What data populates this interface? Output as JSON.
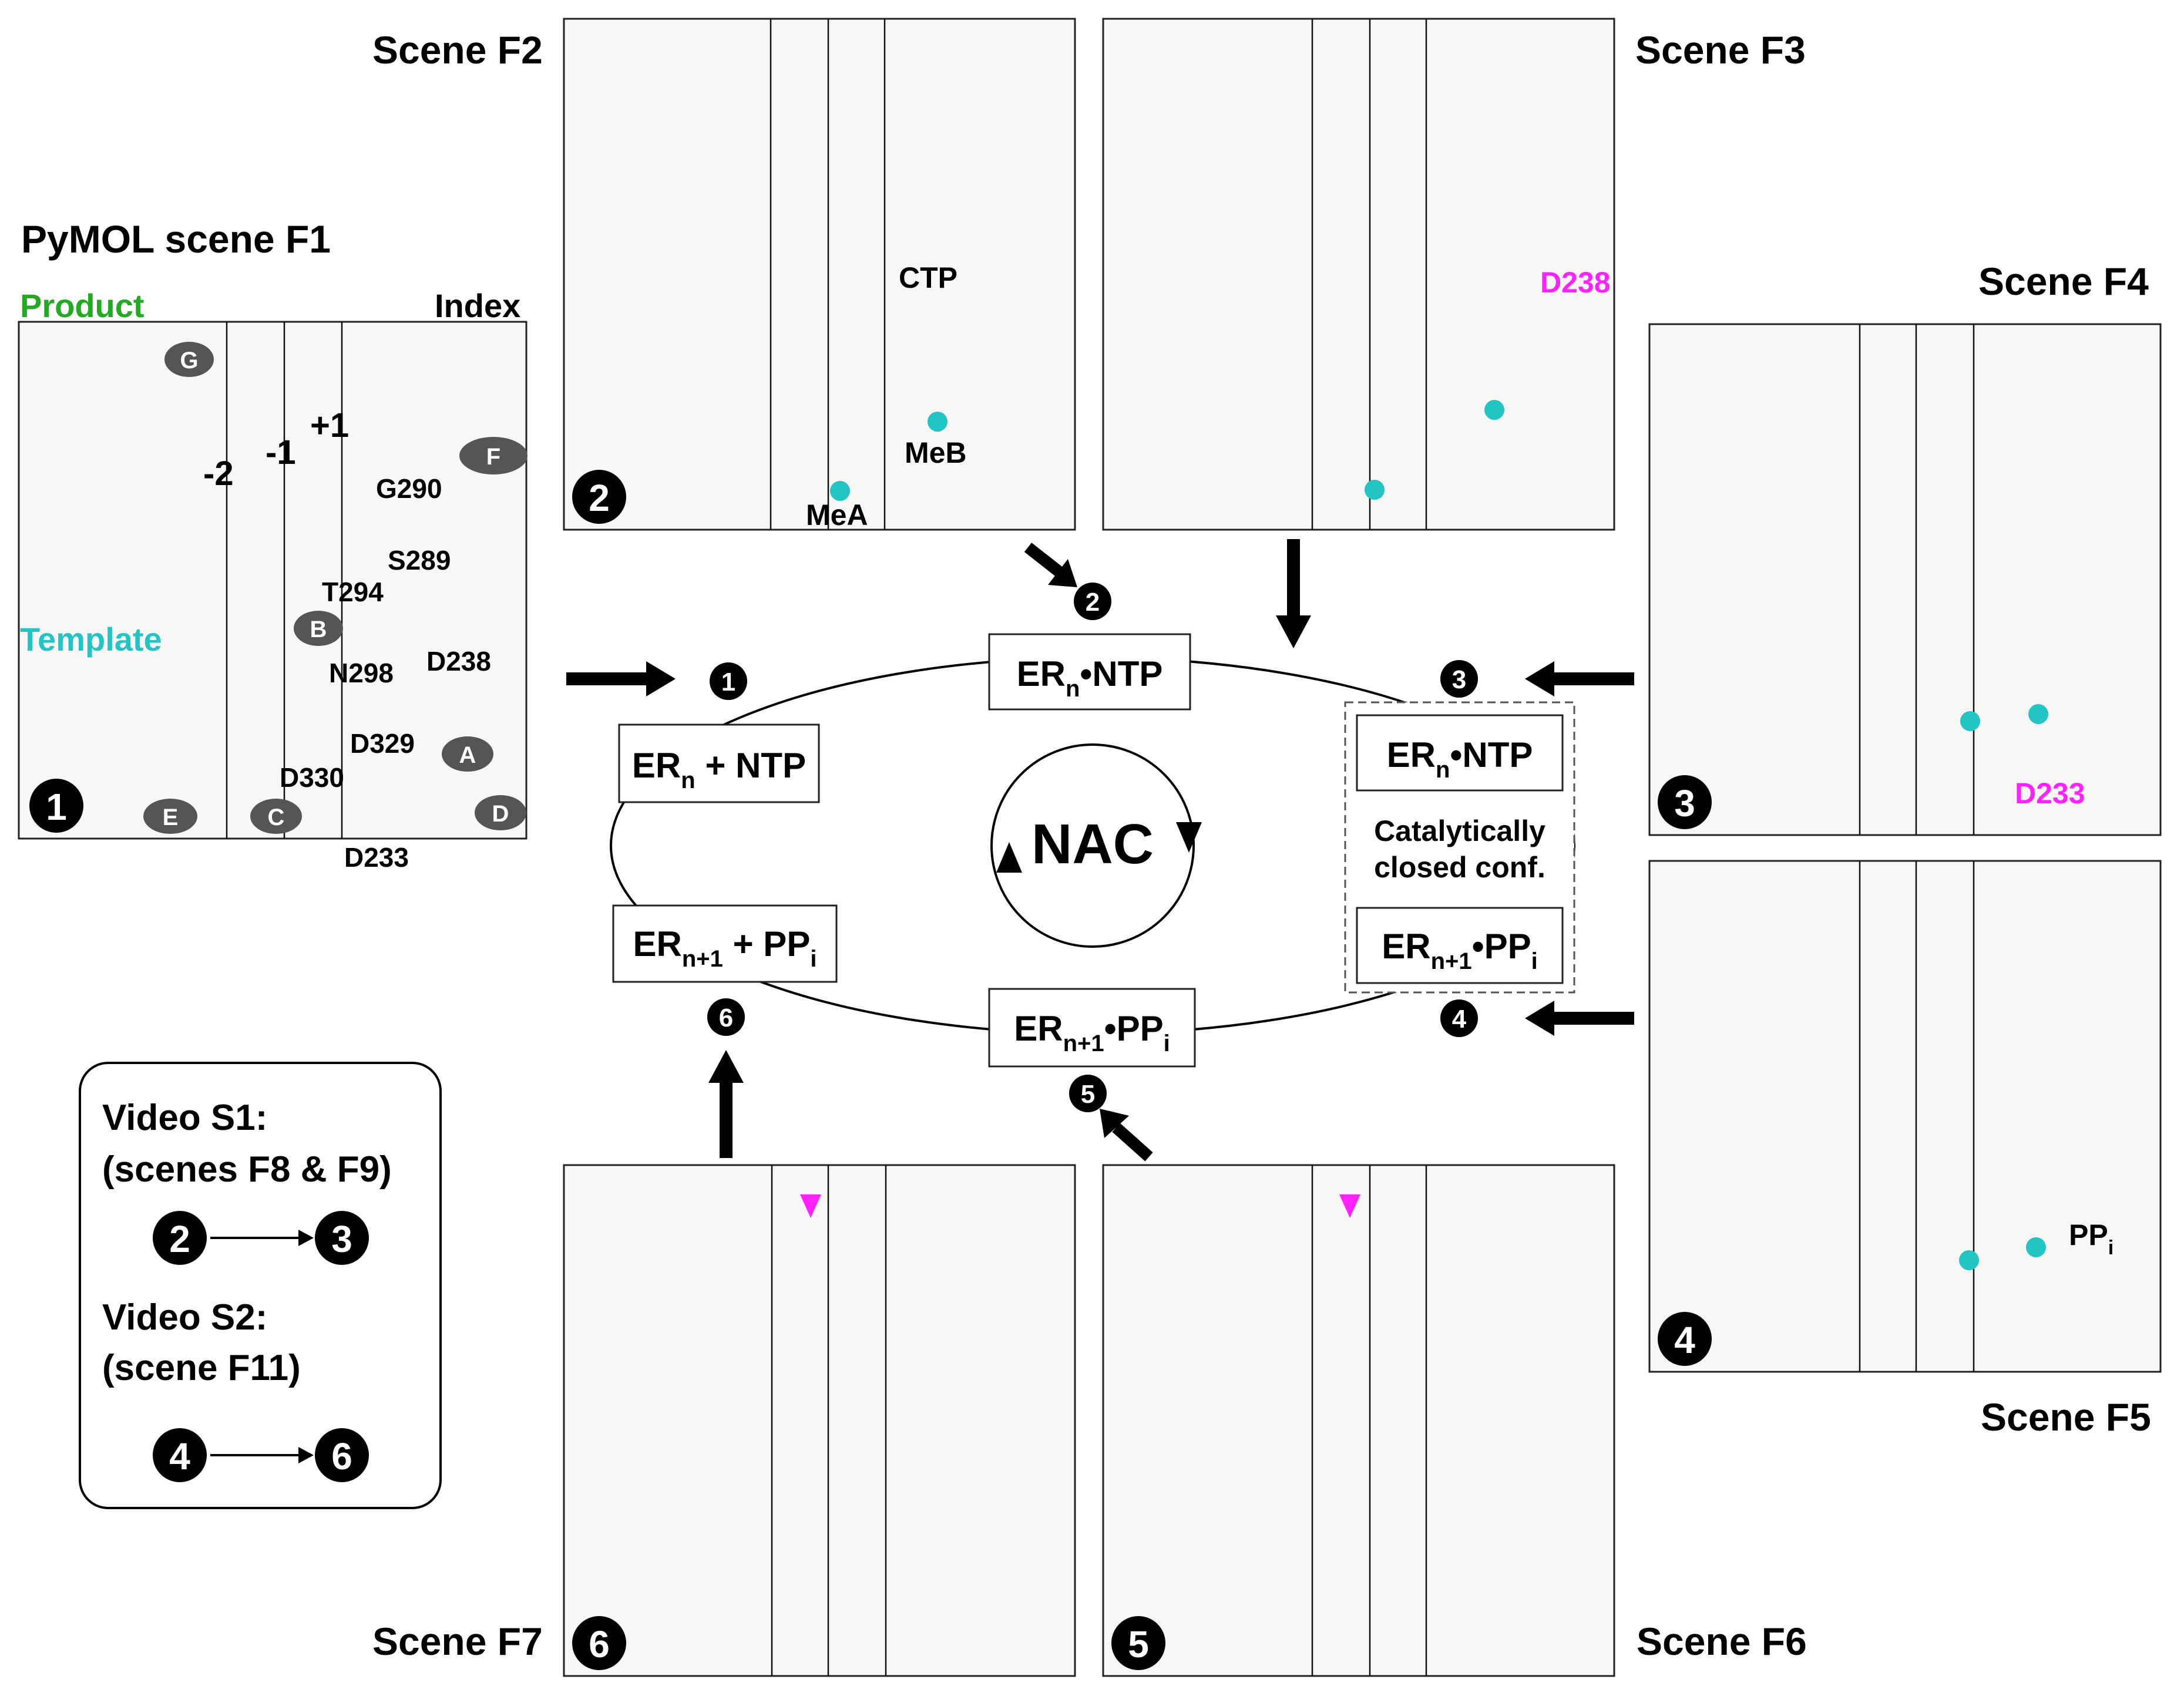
{
  "scenes": {
    "f1_title": "PyMOL scene F1",
    "f2": "Scene F2",
    "f3": "Scene F3",
    "f4": "Scene F4",
    "f5": "Scene F5",
    "f6": "Scene F6",
    "f7": "Scene F7"
  },
  "f1_labels": {
    "product": "Product",
    "index": "Index",
    "template": "Template",
    "minus2": "-2",
    "minus1": "-1",
    "plus1": "+1",
    "G290": "G290",
    "S289": "S289",
    "T294": "T294",
    "N298": "N298",
    "D238": "D238",
    "D329": "D329",
    "D330": "D330",
    "D233": "D233",
    "motif_G": "G",
    "motif_F": "F",
    "motif_B": "B",
    "motif_A": "A",
    "motif_E": "E",
    "motif_C": "C",
    "motif_D": "D"
  },
  "f2_labels": {
    "CTP": "CTP",
    "MeB": "MeB",
    "MeA": "MeA"
  },
  "f3_labels": {
    "D238": "D238"
  },
  "f4_labels": {
    "D233": "D233"
  },
  "f5_labels": {
    "PPi_main": "PP",
    "PPi_sub": "i"
  },
  "panel_numbers": {
    "p1": "1",
    "p2": "2",
    "p3": "3",
    "p4": "4",
    "p5": "5",
    "p6": "6"
  },
  "cycle": {
    "center": "NAC",
    "s1_main": "ER",
    "s1_sub": "n",
    "s1_rest": " + NTP",
    "s2_main": "ER",
    "s2_sub": "n",
    "s2_rest": "•NTP",
    "s3_main": "ER",
    "s3_sub": "n",
    "s3_rest": "•NTP",
    "s3_note1": "Catalytically",
    "s3_note2": "closed conf.",
    "s4_main": "ER",
    "s4_sub": "n+1",
    "s4_rest": "•PP",
    "s4_sub2": "i",
    "s5_main": "ER",
    "s5_sub": "n+1",
    "s5_rest": "•PP",
    "s5_sub2": "i",
    "s6_main": "ER",
    "s6_sub": "n+1",
    "s6_rest": " + PP",
    "s6_sub2": "i",
    "n1": "1",
    "n2": "2",
    "n3": "3",
    "n4": "4",
    "n5": "5",
    "n6": "6"
  },
  "legend": {
    "v1_title": "Video S1:",
    "v1_scenes": "(scenes F8 & F9)",
    "v1_from": "2",
    "v1_to": "3",
    "v2_title": "Video S2:",
    "v2_scenes": "(scene F11)",
    "v2_from": "4",
    "v2_to": "6"
  },
  "colors": {
    "product": "#22aa22",
    "template": "#22c4c4",
    "magenta": "#ff22ff",
    "motif_loop": "#ee3399",
    "helix": "#c8c800",
    "orange": "#f08020"
  }
}
